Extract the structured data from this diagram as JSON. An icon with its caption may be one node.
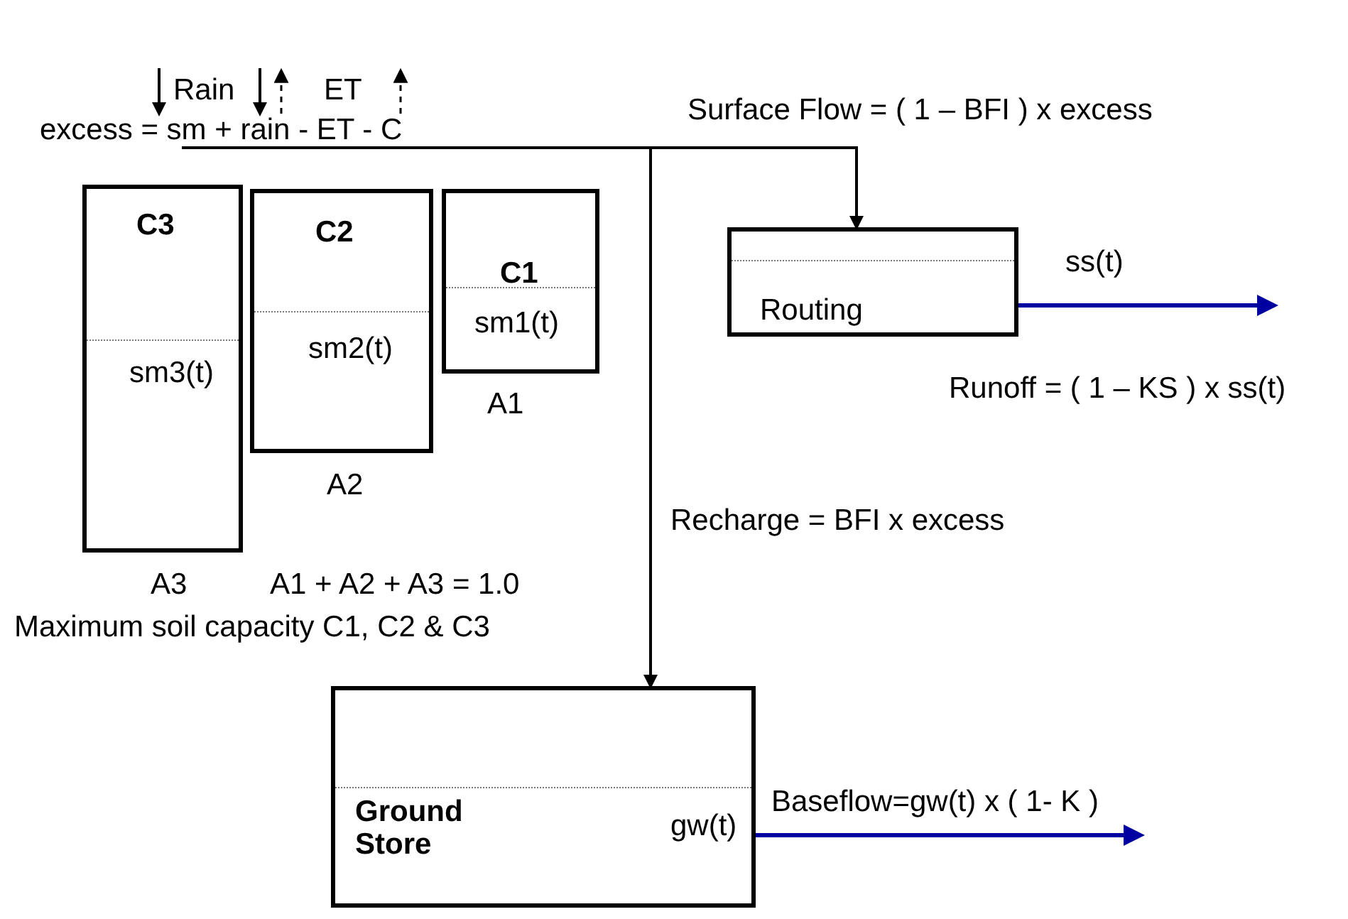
{
  "diagram": {
    "nodes": [
      {
        "text": [
          "C3",
          "sm3(t)"
        ],
        "beside": [
          "A3"
        ]
      },
      {
        "text": [
          "C2",
          "sm2(t)"
        ],
        "beside": [
          "A2"
        ]
      },
      {
        "text": [
          "C1",
          "sm1(t)"
        ],
        "beside": [
          "A1"
        ]
      },
      {
        "text": [
          "Routing"
        ],
        "beside": [
          "ss(t)"
        ]
      },
      {
        "text": [
          "Ground Store",
          "gw(t)"
        ]
      },
      {
        "text": [
          "excess = sm + rain - ET - C"
        ]
      }
    ],
    "edges": [
      {
        "from": 5,
        "to": 3,
        "arrow": "to",
        "label": "Surface Flow = ( 1 – BFI ) x excess"
      },
      {
        "from": 5,
        "to": 4,
        "arrow": "to",
        "label": "Recharge = BFI x excess"
      },
      {
        "from": null,
        "to": 5,
        "arrow": "to"
      },
      {
        "from": null,
        "to": 5,
        "arrow": "to"
      },
      {
        "from": 5,
        "to": null,
        "arrow": "to",
        "style": "dashed"
      },
      {
        "from": 5,
        "to": null,
        "arrow": "to",
        "style": "dashed"
      },
      {
        "from": 3,
        "to": null,
        "arrow": "to",
        "label": "Runoff = ( 1 – KS ) x ss(t)",
        "color": "#0000a0"
      },
      {
        "from": 4,
        "to": null,
        "arrow": "to",
        "label": "Baseflow=gw(t) x ( 1- K )",
        "color": "#0000a0"
      }
    ],
    "labels": [
      "Rain",
      "ET",
      "A1 + A2 + A3 = 1.0",
      "Maximum soil capacity C1, C2 & C3"
    ]
  }
}
